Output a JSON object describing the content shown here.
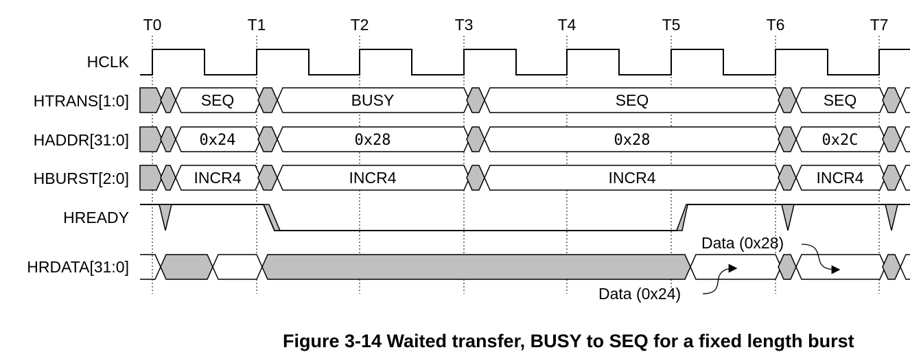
{
  "caption": "Figure 3-14 Waited transfer, BUSY to SEQ for a fixed length burst",
  "time_markers": [
    "T0",
    "T1",
    "T2",
    "T3",
    "T4",
    "T5",
    "T6",
    "T7"
  ],
  "signals": {
    "hclk": "HCLK",
    "htrans": "HTRANS[1:0]",
    "haddr": "HADDR[31:0]",
    "hburst": "HBURST[2:0]",
    "hready": "HREADY",
    "hrdata": "HRDATA[31:0]"
  },
  "values": {
    "htrans": [
      "SEQ",
      "BUSY",
      "SEQ",
      "SEQ"
    ],
    "haddr": [
      "0x24",
      "0x28",
      "0x28",
      "0x2C"
    ],
    "hburst": [
      "INCR4",
      "INCR4",
      "INCR4",
      "INCR4"
    ]
  },
  "annotations": {
    "data_0x28": "Data (0x28)",
    "data_0x24": "Data (0x24)"
  },
  "colors": {
    "fill": "#c0c0c0",
    "line": "#000000"
  }
}
